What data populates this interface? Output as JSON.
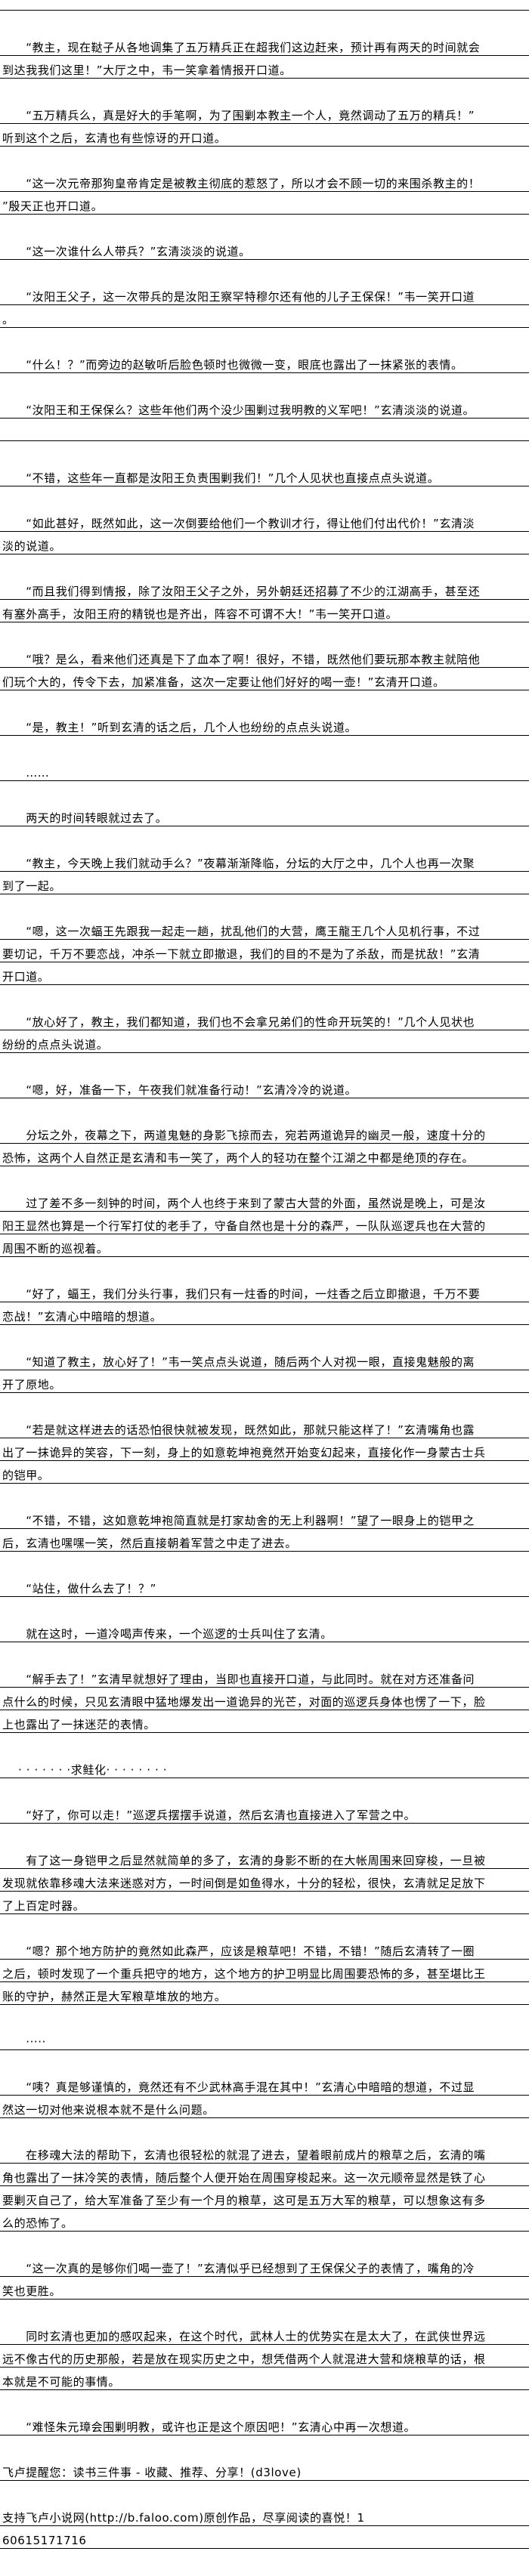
{
  "document": {
    "paragraphs": [
      {
        "lines": [
          "　　“教主，现在鞑子从各地调集了五万精兵正在超我们这边赶来，预计再有两天的时间就会",
          "到达我我们这里！”大厅之中，韦一笑拿着情报开口道。"
        ]
      },
      {
        "lines": [
          "　　“五万精兵么，真是好大的手笔啊，为了围剿本教主一个人，竟然调动了五万的精兵！”",
          "听到这个之后，玄清也有些惊讶的开口道。"
        ]
      },
      {
        "lines": [
          "　　“这一次元帝那狗皇帝肯定是被教主彻底的惹怒了，所以才会不顾一切的来围杀教主的！",
          "”殷天正也开口道。"
        ]
      },
      {
        "lines": [
          "　　“这一次谁什么人带兵？”玄清淡淡的说道。"
        ]
      },
      {
        "lines": [
          "　　“汝阳王父子，这一次带兵的是汝阳王察罕特穆尔还有他的儿子王保保！”韦一笑开口道",
          "。"
        ]
      },
      {
        "lines": [
          "　　“什么！？”而旁边的赵敏听后脸色顿时也微微一变，眼底也露出了一抹紧张的表情。"
        ]
      },
      {
        "lines": [
          "　　“汝阳王和王保保么？这些年他们两个没少围剿过我明教的义军吧！”玄清淡淡的说道。",
          ""
        ]
      },
      {
        "lines": [
          "　　“不错，这些年一直都是汝阳王负责围剿我们！”几个人见状也直接点点头说道。"
        ]
      },
      {
        "lines": [
          "　　“如此甚好，既然如此，这一次倒要给他们一个教训才行，得让他们付出代价！”玄清淡",
          "淡的说道。"
        ]
      },
      {
        "lines": [
          "　　“而且我们得到情报，除了汝阳王父子之外，另外朝廷还招募了不少的江湖高手，甚至还",
          "有塞外高手，汝阳王府的精锐也是齐出，阵容不可谓不大！”韦一笑开口道。"
        ]
      },
      {
        "lines": [
          "　　“哦？是么，看来他们还真是下了血本了啊！很好，不错，既然他们要玩那本教主就陪他",
          "们玩个大的，传令下去，加紧准备，这次一定要让他们好好的喝一壶！”玄清开口道。"
        ]
      },
      {
        "lines": [
          "　　“是，教主！”听到玄清的话之后，几个人也纷纷的点点头说道。"
        ]
      },
      {
        "lines": [
          "　　……"
        ]
      },
      {
        "lines": [
          "　　两天的时间转眼就过去了。"
        ]
      },
      {
        "lines": [
          "　　“教主，今天晚上我们就动手么？”夜幕渐渐降临，分坛的大厅之中，几个人也再一次聚",
          "到了一起。"
        ]
      },
      {
        "lines": [
          "　　“嗯，这一次蝠王先跟我一起走一趟，扰乱他们的大营，鹰王龍王几个人见机行事，不过",
          "要切记，千万不要恋战，冲杀一下就立即撤退，我们的目的不是为了杀敌，而是扰敌！”玄清",
          "开口道。"
        ]
      },
      {
        "lines": [
          "　　“放心好了，教主，我们都知道，我们也不会拿兄弟们的性命开玩笑的！”几个人见状也",
          "纷纷的点点头说道。"
        ]
      },
      {
        "lines": [
          "　　“嗯，好，准备一下，午夜我们就准备行动！”玄清冷冷的说道。"
        ]
      },
      {
        "lines": [
          "　　分坛之外，夜幕之下，两道鬼魅的身影飞掠而去，宛若两道诡异的幽灵一般，速度十分的",
          "恐怖，这两个人自然正是玄清和韦一笑了，两个人的轻功在整个江湖之中都是绝顶的存在。"
        ]
      },
      {
        "lines": [
          "　　过了差不多一刻钟的时间，两个人也终于来到了蒙古大营的外面，虽然说是晚上，可是汝",
          "阳王显然也算是一个行军打仗的老手了，守备自然也是十分的森严，一队队巡逻兵也在大营的",
          "周围不断的巡视着。"
        ]
      },
      {
        "lines": [
          "　　“好了，蝠王，我们分头行事，我们只有一炷香的时间，一炷香之后立即撤退，千万不要",
          "恋战！”玄清心中暗暗的想道。"
        ]
      },
      {
        "lines": [
          "　　“知道了教主，放心好了！”韦一笑点点头说道，随后两个人对视一眼，直接鬼魅般的离",
          "开了原地。"
        ]
      },
      {
        "lines": [
          "　　“若是就这样进去的话恐怕很快就被发现，既然如此，那就只能这样了！”玄清嘴角也露",
          "出了一抹诡异的笑容，下一刻，身上的如意乾坤袍竟然开始变幻起来，直接化作一身蒙古士兵",
          "的铠甲。"
        ]
      },
      {
        "lines": [
          "　　“不错，不错，这如意乾坤袍简直就是打家劫舍的无上利器啊！”望了一眼身上的铠甲之",
          "后，玄清也嘿嘿一笑，然后直接朝着军营之中走了进去。"
        ]
      },
      {
        "lines": [
          "　　“站住，做什么去了！？”"
        ]
      },
      {
        "lines": [
          "　　就在这时，一道冷喝声传来，一个巡逻的士兵叫住了玄清。"
        ]
      },
      {
        "lines": [
          "　　“解手去了！”玄清早就想好了理由，当即也直接开口道，与此同时。就在对方还准备问",
          "点什么的时候，只见玄清眼中猛地爆发出一道诡异的光芒，对面的巡逻兵身体也愣了一下，脸",
          "上也露出了一抹迷茫的表情。"
        ]
      },
      {
        "lines": [
          "　 · · · · · · ·求鲑化· · · · · · · ·"
        ]
      },
      {
        "lines": [
          "　　“好了，你可以走！”巡逻兵摆摆手说道，然后玄清也直接进入了军营之中。"
        ]
      },
      {
        "lines": [
          "　　有了这一身铠甲之后显然就简单的多了，玄清的身影不断的在大帐周围来回穿梭，一旦被",
          "发现就依靠移魂大法来迷惑对方，一时间倒是如鱼得水，十分的轻松，很快，玄清就足足放下",
          "了上百定时器。"
        ]
      },
      {
        "lines": [
          "　　“嗯？那个地方防护的竟然如此森严，应该是粮草吧！不错，不错！”随后玄清转了一圈",
          "之后，顿时发现了一个重兵把守的地方，这个地方的护卫明显比周围要恐怖的多，甚至堪比王",
          "账的守护，赫然正是大军粮草堆放的地方。"
        ]
      },
      {
        "lines": [
          "　　·····"
        ]
      },
      {
        "lines": [
          "　　“咦？真是够谨慎的，竟然还有不少武林高手混在其中！”玄清心中暗暗的想道，不过显",
          "然这一切对他来说根本就不是什么问题。"
        ]
      },
      {
        "lines": [
          "　　在移魂大法的帮助下，玄清也很轻松的就混了进去，望着眼前成片的粮草之后，玄清的嘴",
          "角也露出了一抹冷笑的表情，随后整个人便开始在周围穿梭起来。这一次元顺帝显然是铁了心",
          "要剿灭自己了，给大军准备了至少有一个月的粮草，这可是五万大军的粮草，可以想象这有多",
          "么的恐怖了。"
        ]
      },
      {
        "lines": [
          "　　“这一次真的是够你们喝一壶了！”玄清似乎已经想到了王保保父子的表情了，嘴角的冷",
          "笑也更胜。"
        ]
      },
      {
        "lines": [
          "　　同时玄清也更加的感叹起来，在这个时代，武林人士的优势实在是太大了，在武侠世界远",
          "远不像古代的历史那般，若是放在现实历史之中，想凭借两个人就混进大营和烧粮草的话，根",
          "本就是不可能的事情。"
        ]
      },
      {
        "lines": [
          "　　“难怪朱元璋会围剿明教，或许也正是这个原因吧！”玄清心中再一次想道。"
        ]
      }
    ]
  },
  "footer": {
    "reminder": "飞卢提醒您：读书三件事 - 收藏、推荐、分享！(d3love)",
    "support": "支持飞卢小说网(http://b.faloo.com)原创作品，尽享阅读的喜悦！1",
    "code": "60615171716"
  }
}
